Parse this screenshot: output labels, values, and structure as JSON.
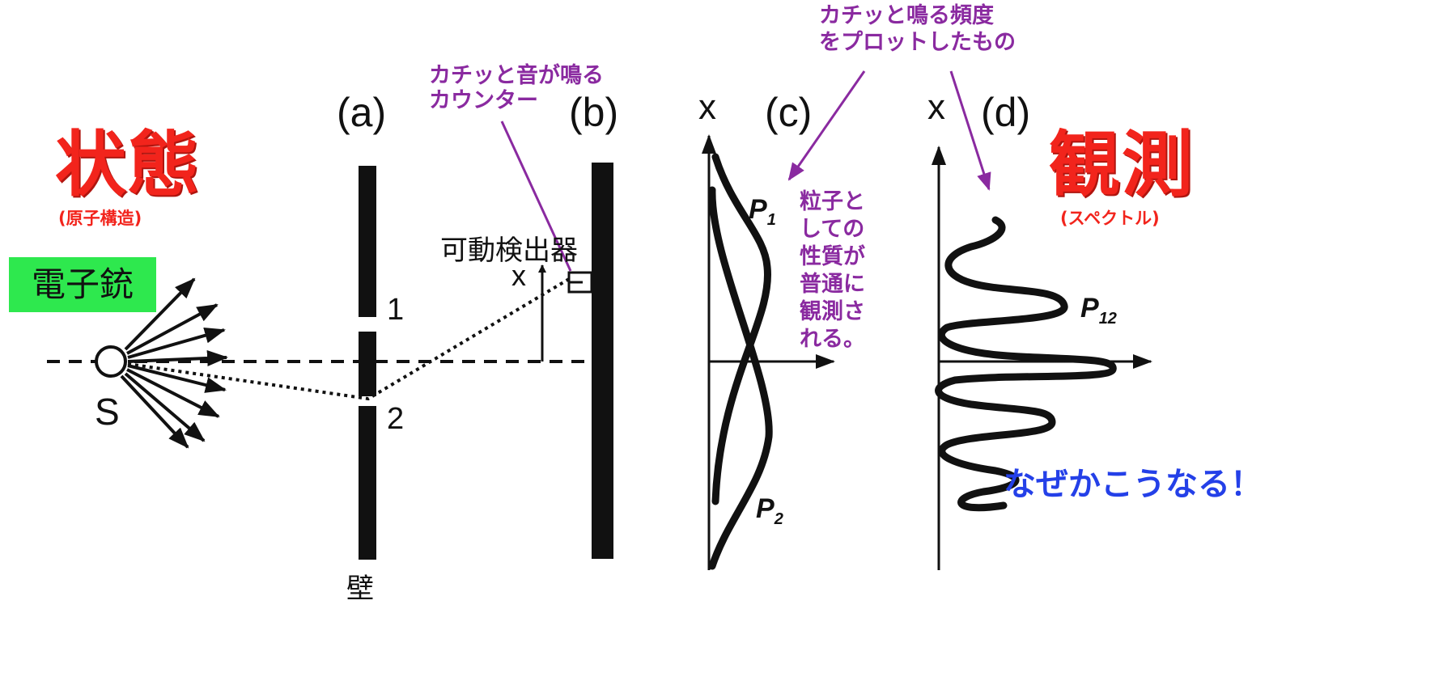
{
  "labels": {
    "state_title": "状態",
    "state_sub": "(原子構造)",
    "obs_title": "観測",
    "obs_sub": "(スペクトル)",
    "electron_gun": "電子銃",
    "source": "S",
    "panel_a": "(a)",
    "panel_b": "(b)",
    "panel_c": "(c)",
    "panel_d": "(d)",
    "counter_line1": "カチッと音が鳴る",
    "counter_line2": "カウンター",
    "frequency_line1": "カチッと鳴る頻度",
    "frequency_line2": "をプロットしたもの",
    "detector": "可動検出器",
    "x_detector": "x",
    "x_c": "x",
    "x_d": "x",
    "slit1": "1",
    "slit2": "2",
    "wall": "壁",
    "particle_col1": "粒子と",
    "particle_col2": "しての",
    "particle_col3": "性質が",
    "particle_col4": "普通に",
    "particle_col5": "観測さ",
    "particle_col6": "れる。",
    "P1": "P",
    "P1_sub": "1",
    "P2": "P",
    "P2_sub": "2",
    "P12": "P",
    "P12_sub": "12",
    "nazeka": "なぜかこうなる！"
  },
  "colors": {
    "title_red": "#f2241c",
    "annotation_purple": "#8a2aa0",
    "gun_green": "#2ee84e",
    "exclaim_blue": "#2440e8"
  }
}
